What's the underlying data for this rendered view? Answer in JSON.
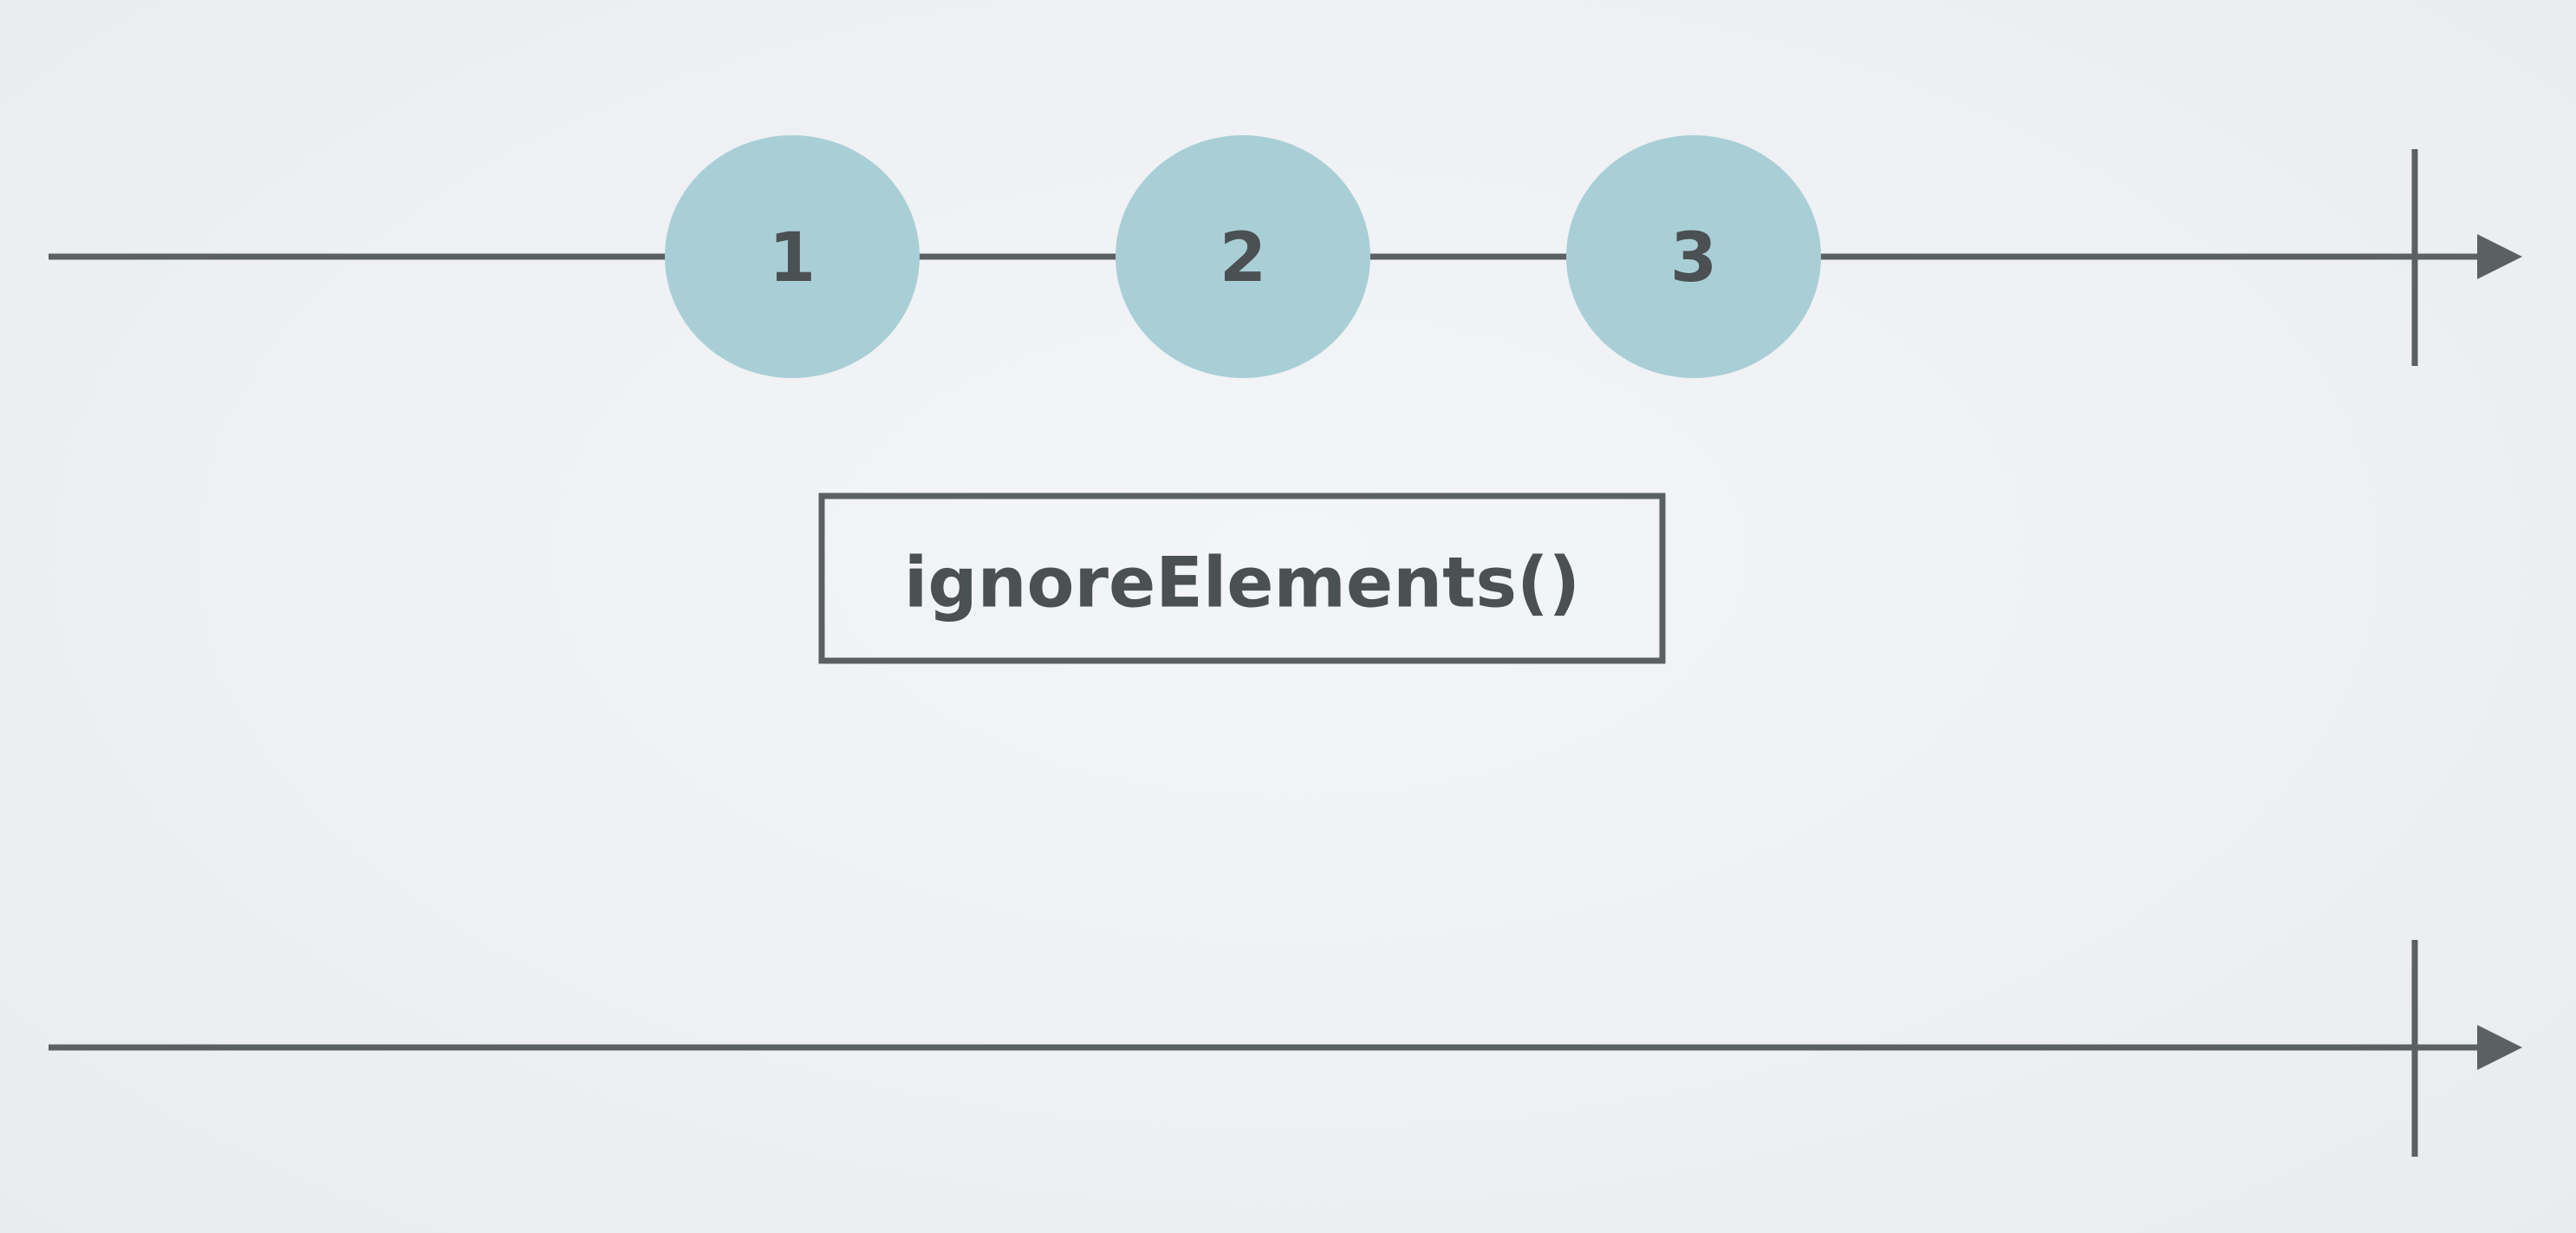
{
  "diagram": {
    "source": {
      "marbles": [
        {
          "label": "1"
        },
        {
          "label": "2"
        },
        {
          "label": "3"
        }
      ]
    },
    "operator": {
      "label": "ignoreElements()"
    },
    "result": {
      "marbles": []
    },
    "colors": {
      "line": "#5b6062",
      "marble_fill": "#a9cfd6",
      "text": "#4b5052",
      "background": "#eef0f3"
    }
  }
}
